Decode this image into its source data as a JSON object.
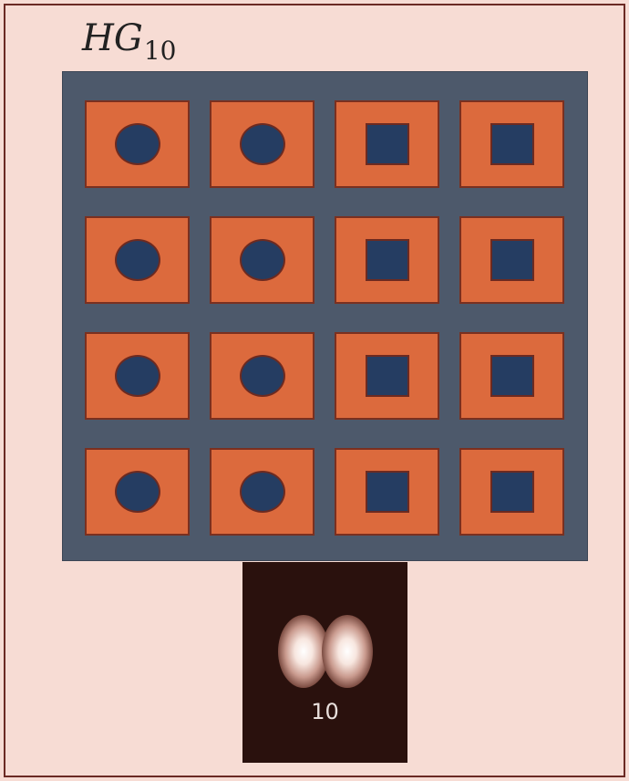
{
  "title": {
    "main": "HG",
    "subscript": "10"
  },
  "grid": {
    "rows": 4,
    "columns": 4,
    "column_shapes": [
      "circle",
      "circle",
      "square",
      "square"
    ]
  },
  "beam_image": {
    "label": "10"
  },
  "colors": {
    "background": "#f7dcd4",
    "panel": "#4d596b",
    "cell": "#dc6a3d",
    "shape": "#253d62",
    "outline": "#6d2a20",
    "beam_background": "#2a110d"
  }
}
